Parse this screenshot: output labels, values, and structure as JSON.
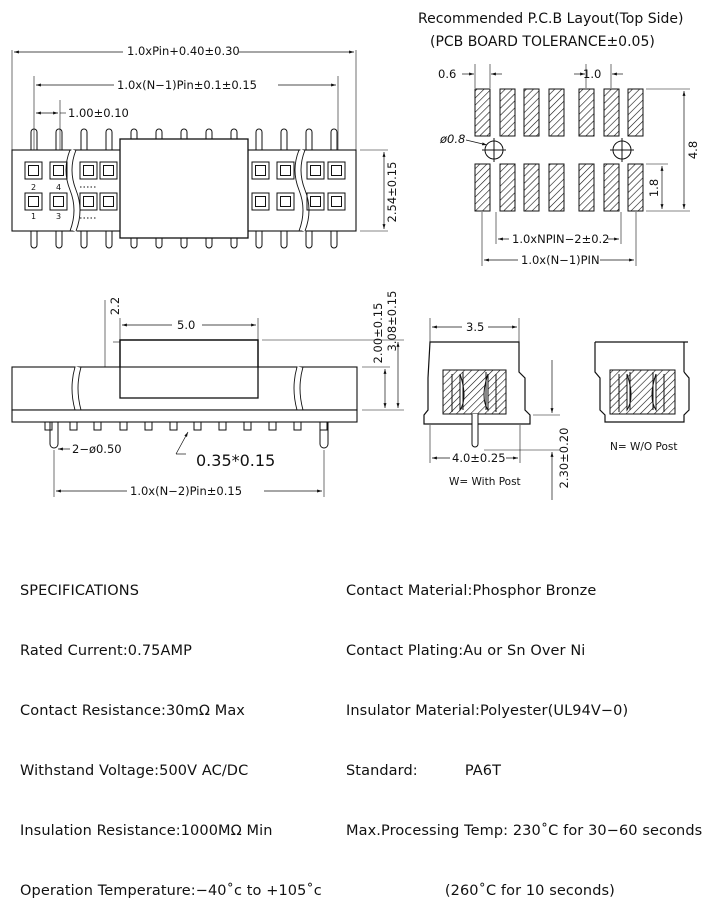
{
  "pcb": {
    "title": "Recommended P.C.B Layout(Top Side)",
    "tolerance": "(PCB BOARD TOLERANCE±0.05)",
    "pad_width": "0.6",
    "pitch": "1.0",
    "hole": "ø0.8",
    "row_span": "4.8",
    "pad_length": "1.8",
    "npin_dim": "1.0xNPIN−2±0.2",
    "n1pin_dim": "1.0x(N−1)PIN"
  },
  "top_view": {
    "overall": "1.0xPin+0.40±0.30",
    "pin_span": "1.0x(N−1)Pin±0.1±0.15",
    "pitch": "1.00±0.10",
    "height": "2.54±0.15",
    "pin_labels": [
      "2",
      "4",
      "1",
      "3"
    ]
  },
  "side_view": {
    "cap_height": "2.2",
    "cap_width": "5.0",
    "body_height": "2.00±0.15",
    "total_height": "3.08±0.15",
    "post": "2−ø0.50",
    "tail": "0.35*0.15",
    "post_span": "1.0x(N−2)Pin±0.15"
  },
  "end_view": {
    "top_width": "3.5",
    "base_width": "4.0±0.25",
    "height": "2.30±0.20",
    "with_post": "W= With Post",
    "without_post": "N= W/O Post"
  },
  "specs_left": [
    "SPECIFICATIONS",
    "Rated Current:0.75AMP",
    "Contact Resistance:30mΩ Max",
    "Withstand Voltage:500V AC/DC",
    "Insulation Resistance:1000MΩ Min",
    "Operation Temperature:−40˚c to +105˚c"
  ],
  "specs_right": [
    "Contact Material:Phosphor Bronze",
    "Contact Plating:Au or Sn Over Ni",
    "Insulator Material:Polyester(UL94V−0)",
    "Standard:          PA6T",
    "Max.Processing Temp: 230˚C for 30−60 seconds",
    "                     (260˚C for 10 seconds)"
  ]
}
